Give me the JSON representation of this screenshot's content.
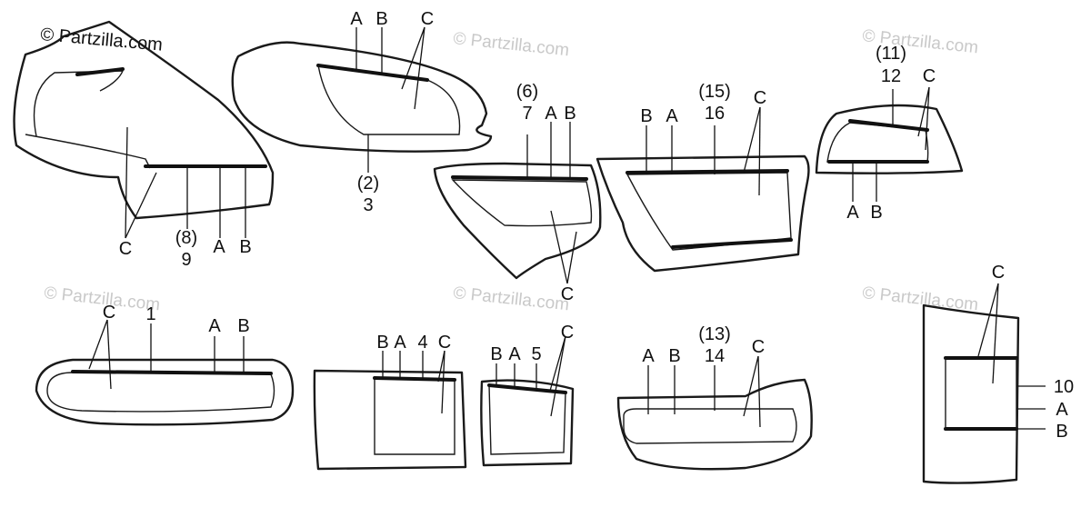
{
  "copyright": "© Partzilla.com",
  "watermark": "© Partzilla.com",
  "labels": {
    "A": "A",
    "B": "B",
    "C": "C",
    "n1": "1",
    "n2p": "(2)",
    "n3": "3",
    "n4": "4",
    "n5": "5",
    "n6p": "(6)",
    "n7": "7",
    "n8p": "(8)",
    "n9": "9",
    "n10": "10",
    "n11p": "(11)",
    "n12": "12",
    "n13p": "(13)",
    "n14": "14",
    "n15p": "(15)",
    "n16": "16"
  }
}
